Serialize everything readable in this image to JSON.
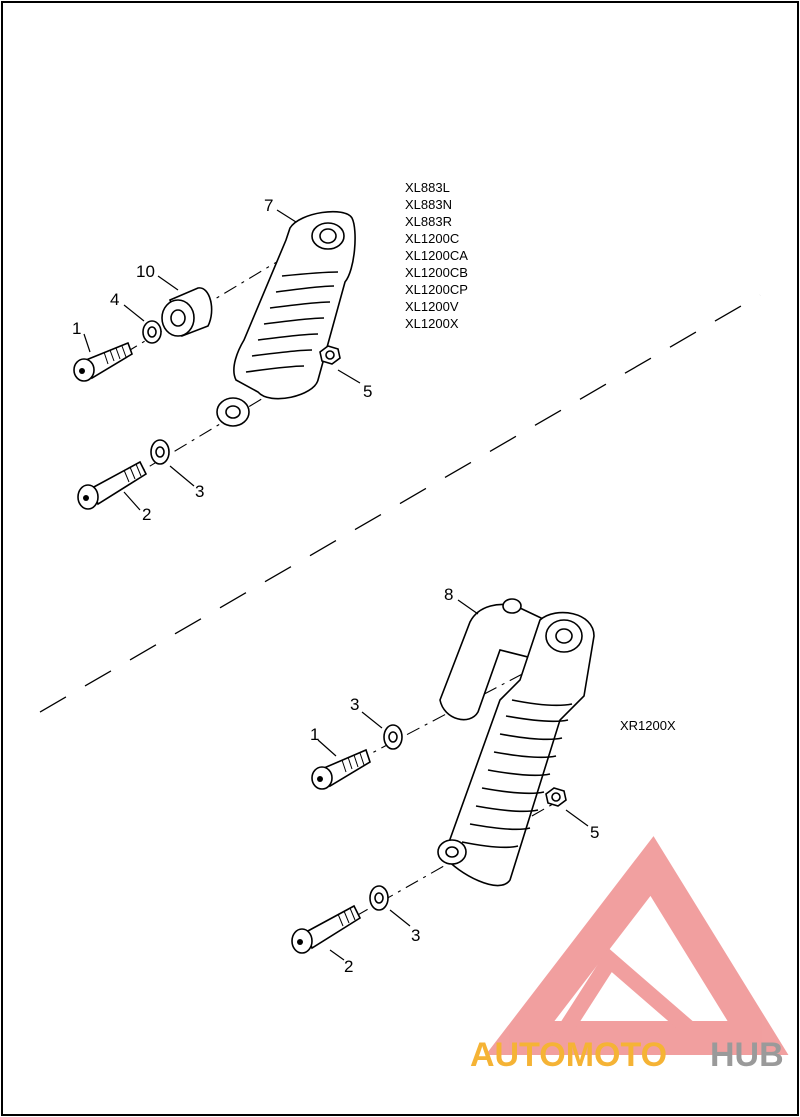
{
  "top_group": {
    "models": [
      "XL883L",
      "XL883N",
      "XL883R",
      "XL1200C",
      "XL1200CA",
      "XL1200CB",
      "XL1200CP",
      "XL1200V",
      "XL1200X"
    ],
    "callouts": {
      "shock": "7",
      "spacer": "10",
      "washer_small": "4",
      "bolt_upper": "1",
      "bolt_lower": "2",
      "washer_lower": "3",
      "nut": "5"
    }
  },
  "bottom_group": {
    "models": [
      "XR1200X"
    ],
    "callouts": {
      "shock": "8",
      "washer_upper": "3",
      "bolt_upper": "1",
      "nut": "5",
      "washer_lower": "3",
      "bolt_lower": "2"
    }
  },
  "watermark": {
    "text_part1": "AUTOMOTO",
    "text_part2": "HUB",
    "color_part1": "#f5b335",
    "color_part2": "#9a9a9a",
    "logo_color": "#ef8f8f"
  }
}
